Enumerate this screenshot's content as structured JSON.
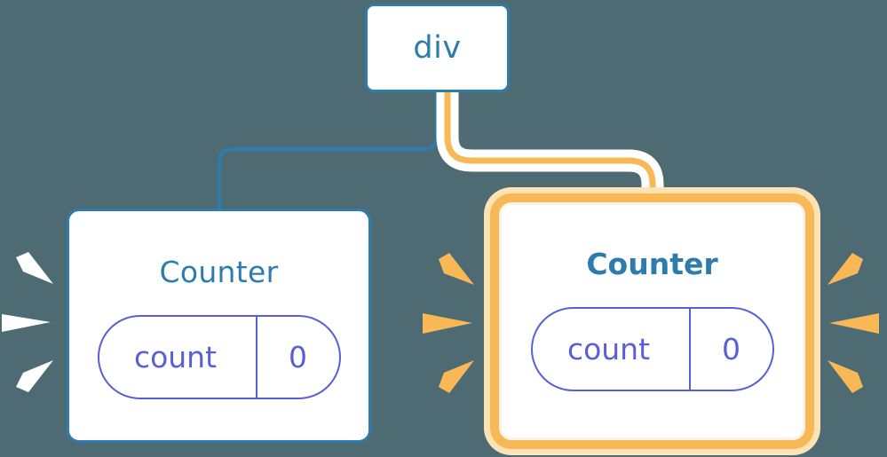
{
  "diagram": {
    "title": "React component tree re-render",
    "background_color": "#4e6b73",
    "nodes": {
      "root": {
        "label": "div",
        "border_color": "#2e7cae",
        "text_color": "#2e7cae"
      },
      "counter_left": {
        "label": "Counter",
        "border_color": "#2e7cae",
        "text_color": "#2e7cae",
        "state": {
          "key": "count",
          "value": "0",
          "color": "#5b5fd6"
        }
      },
      "counter_right": {
        "label": "Counter",
        "border_color": "#f9b856",
        "glow_color": "#fde3b4",
        "text_color": "#2e7cae",
        "state": {
          "key": "count",
          "value": "0",
          "color": "#5b5fd6"
        }
      }
    },
    "edges": {
      "left_edge": {
        "name": "div-to-counter-left",
        "color": "#2e7cae"
      },
      "right_edge": {
        "name": "div-to-counter-right",
        "color": "#f9b856",
        "halo_color": "#ffffff"
      }
    },
    "sparks": {
      "left": {
        "name": "spark-burst-left",
        "color": "#ffffff",
        "count": 3
      },
      "middle": {
        "name": "spark-burst-middle",
        "color": "#f9b856",
        "count": 3
      },
      "right": {
        "name": "spark-burst-right",
        "color": "#f9b856",
        "count": 3
      }
    }
  }
}
